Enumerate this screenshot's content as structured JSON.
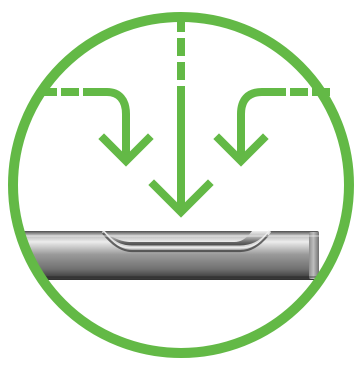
{
  "figure": {
    "icon": "suction-port-flow-icon",
    "colors": {
      "accent": "#63b946",
      "background": "#ffffff",
      "metal_light": "#d7d7d7",
      "metal_mid": "#9a9a9a",
      "metal_dark": "#555555",
      "metal_shadow": "#2d2d2d"
    },
    "arrows": [
      {
        "name": "left-curved-arrow-icon",
        "direction": "down"
      },
      {
        "name": "center-straight-arrow-icon",
        "direction": "down"
      },
      {
        "name": "right-curved-arrow-icon",
        "direction": "down"
      }
    ],
    "instrument": {
      "name": "cannula-with-side-window"
    }
  }
}
